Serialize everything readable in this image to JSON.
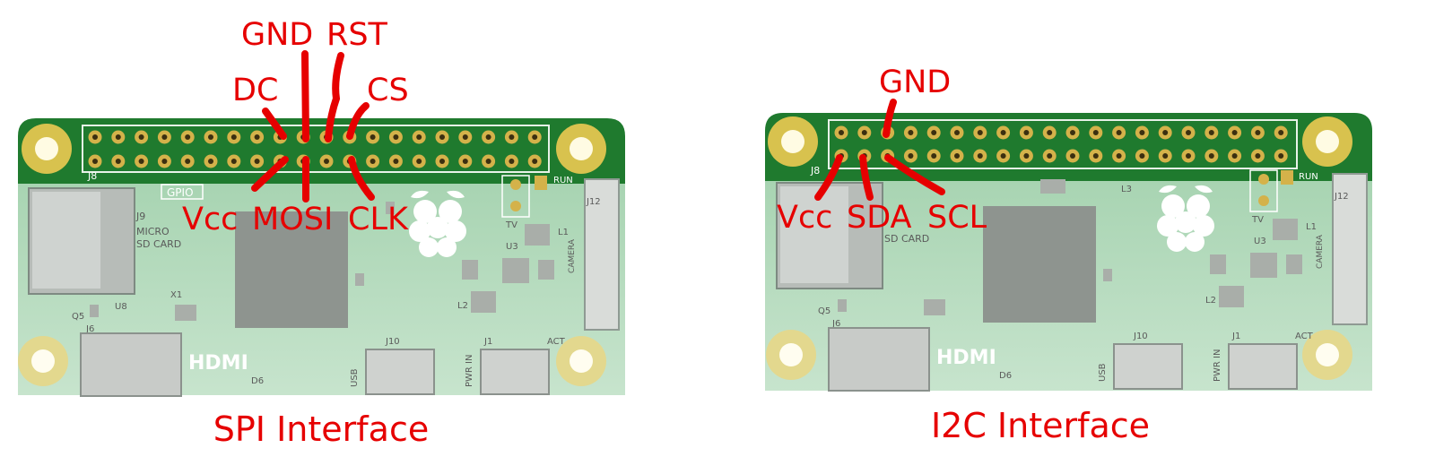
{
  "colors": {
    "annotation": "#e60000",
    "pcb_green": "#1f7a2e",
    "pcb_faded": "#9fceaa",
    "gold": "#d4b24a"
  },
  "spi": {
    "caption": "SPI Interface",
    "labels": {
      "gnd": "GND",
      "rst": "RST",
      "dc": "DC",
      "cs": "CS",
      "vcc": "Vcc",
      "mosi": "MOSI",
      "clk": "CLK"
    }
  },
  "i2c": {
    "caption": "I2C Interface",
    "labels": {
      "gnd": "GND",
      "vcc": "Vcc",
      "sda": "SDA",
      "scl": "SCL"
    }
  },
  "board_markings": {
    "j8": "J8",
    "gpio": "GPIO",
    "run": "RUN",
    "tv": "TV",
    "j12": "J12",
    "camera": "CAMERA",
    "j9": "J9",
    "micro_sd": "MICRO",
    "sd_card": "SD CARD",
    "hdmi": "HDMI",
    "usb": "USB",
    "pwr_in": "PWR IN",
    "j10": "J10",
    "j1": "J1",
    "act": "ACT",
    "u3": "U3",
    "l1": "L1",
    "l2": "L2",
    "l3": "L3",
    "x1": "X1",
    "u8": "U8",
    "q5": "Q5",
    "j6": "J6",
    "d6": "D6"
  }
}
